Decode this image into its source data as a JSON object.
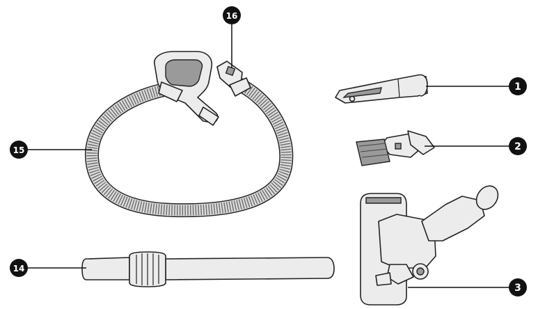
{
  "callouts": [
    {
      "id": "callout-1",
      "label": "1"
    },
    {
      "id": "callout-2",
      "label": "2"
    },
    {
      "id": "callout-3",
      "label": "3"
    },
    {
      "id": "callout-14",
      "label": "14"
    },
    {
      "id": "callout-15",
      "label": "15"
    },
    {
      "id": "callout-16",
      "label": "16"
    }
  ],
  "colors": {
    "callout_fill": "#111111",
    "outline": "#222222",
    "part_fill": "#ececec",
    "background": "#ffffff"
  },
  "parts": {
    "p1": "crevice-tool",
    "p2": "dusting-brush",
    "p3": "floor-nozzle",
    "p14": "extension-wand",
    "p15": "flexible-hose",
    "p16": "hose-connector"
  }
}
